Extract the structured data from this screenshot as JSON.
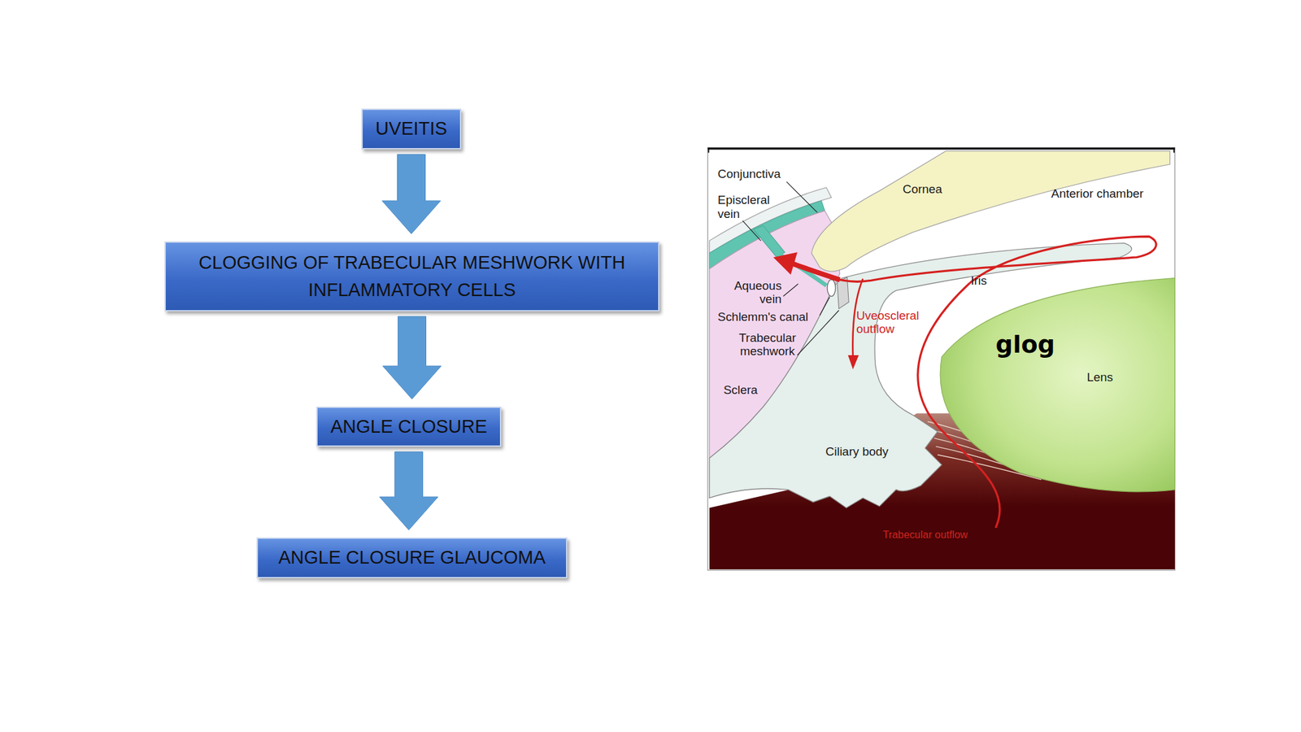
{
  "diagram": {
    "nodes": [
      {
        "text": [
          "UVEITIS"
        ]
      },
      {
        "text": [
          "CLOGGING OF TRABECULAR MESHWORK WITH INFLAMMATORY CELLS"
        ]
      },
      {
        "text": [
          "ANGLE CLOSURE"
        ]
      },
      {
        "text": [
          "ANGLE CLOSURE GLAUCOMA"
        ]
      }
    ],
    "edges": [
      {
        "from": 0,
        "to": 1,
        "arrow": "to"
      },
      {
        "from": 1,
        "to": 2,
        "arrow": "to"
      },
      {
        "from": 2,
        "to": 3,
        "arrow": "to"
      }
    ],
    "labels": [
      "Conjunctiva",
      "Episcleral vein",
      "Cornea",
      "Anterior chamber",
      "Aqueous vein",
      "Iris",
      "Schlemm's canal",
      "Uveoscleral outflow",
      "Trabecular meshwork",
      "glog",
      "Lens",
      "Sclera",
      "Ciliary body",
      "Trabecular outflow"
    ]
  }
}
